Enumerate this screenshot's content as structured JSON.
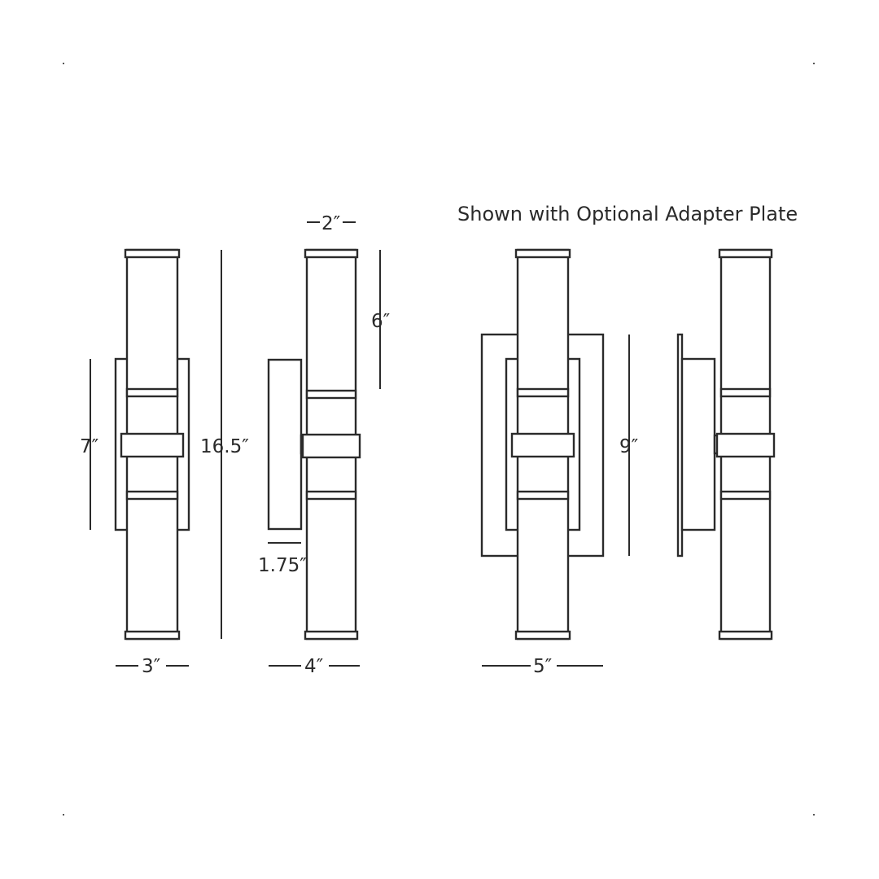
{
  "caption": "Shown with Optional Adapter Plate",
  "dimensions": {
    "front_height_backplate": "7″",
    "overall_height": "16.5″",
    "front_width": "3″",
    "tube_diameter": "2″",
    "tube_height": "6″",
    "backplate_depth": "1.75″",
    "side_extension": "4″",
    "adapter_plate_width": "5″",
    "adapter_plate_height": "9″"
  },
  "colors": {
    "line": "#2a2a2a",
    "background": "#ffffff"
  }
}
